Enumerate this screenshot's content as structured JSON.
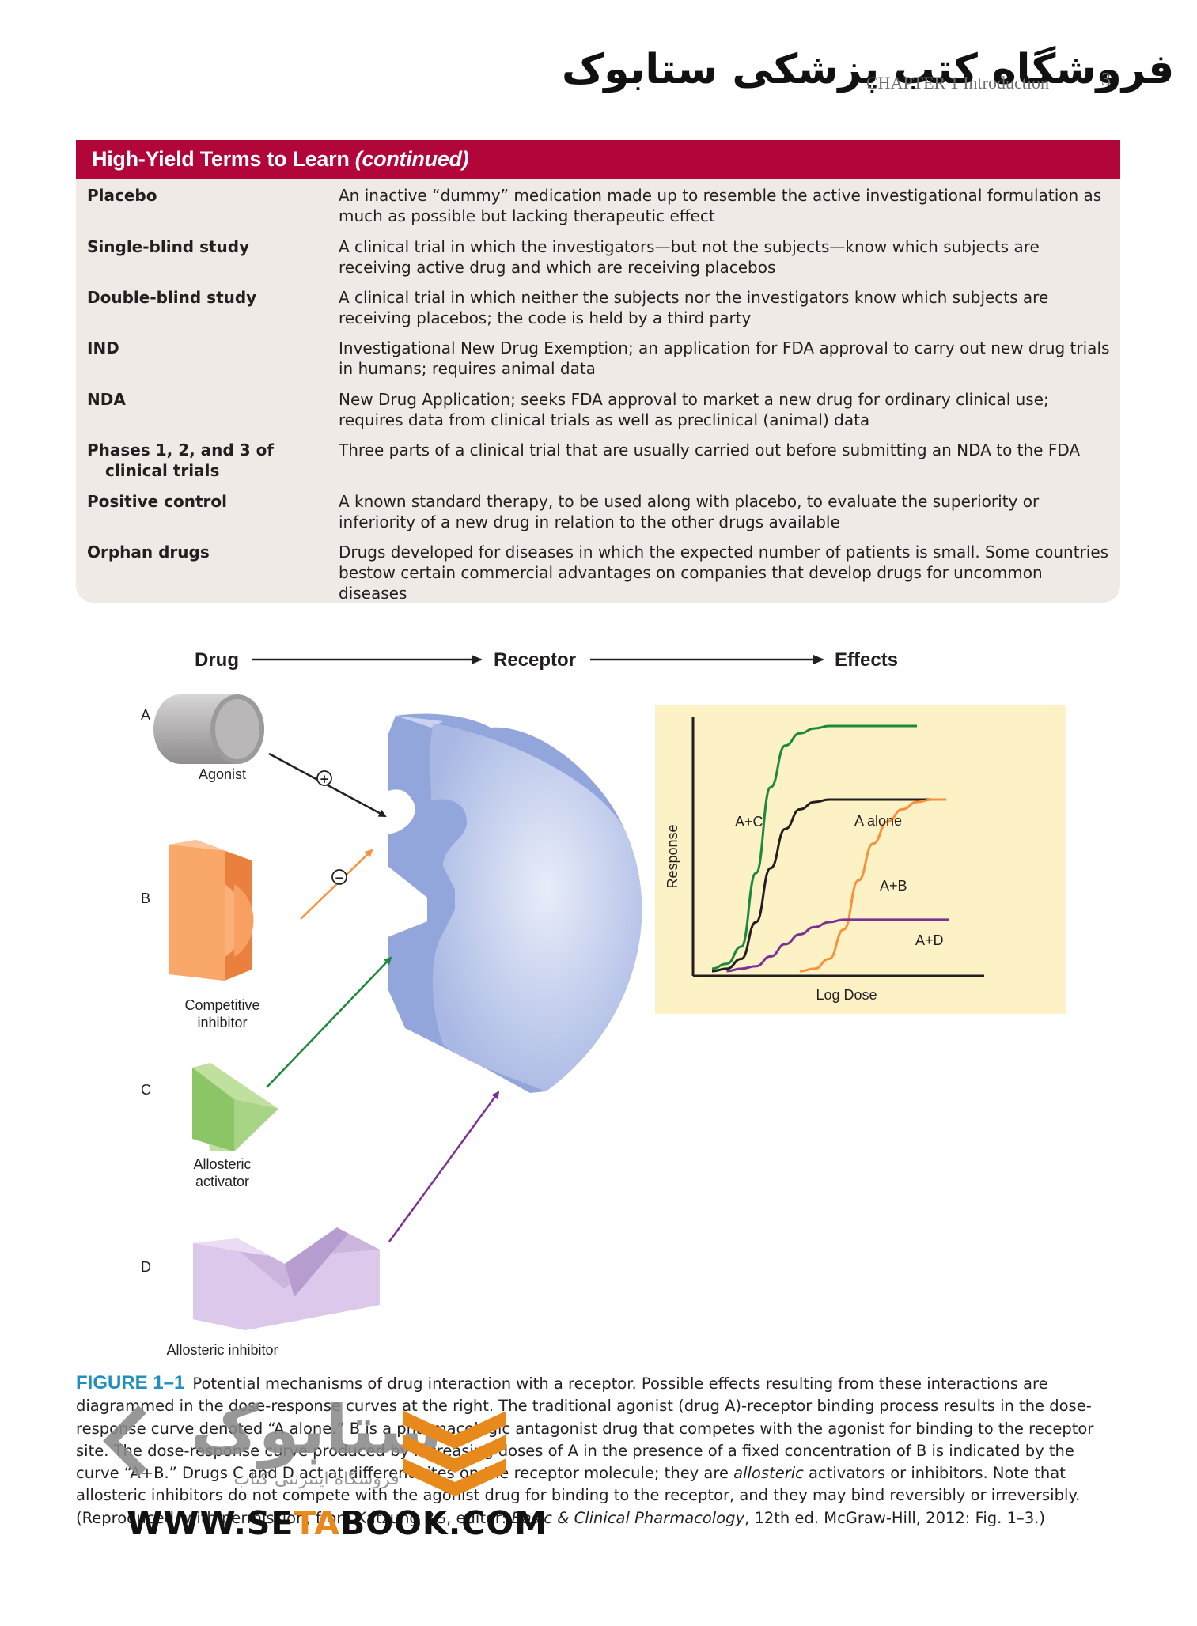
{
  "header": {
    "running_head": "CHAPTER 1  Introduction",
    "page_number": "3",
    "watermark_text": "فروشگاه کتب پزشکی ستابوک"
  },
  "terms_box": {
    "title": "High-Yield Terms to Learn",
    "title_suffix": "(continued)",
    "accent_color": "#b2063a",
    "rows": [
      {
        "term": "Placebo",
        "definition": "An inactive “dummy” medication made up to resemble the active investigational formulation as much as possible but lacking therapeutic effect"
      },
      {
        "term": "Single-blind study",
        "definition": "A clinical trial in which the investigators—but not the subjects—know which subjects are receiving active drug and which are receiving placebos"
      },
      {
        "term": "Double-blind study",
        "definition": "A clinical trial in which neither the subjects nor the investigators know which subjects are receiving placebos; the code is held by a third party"
      },
      {
        "term": "IND",
        "definition": "Investigational New Drug Exemption; an application for FDA approval to carry out new drug trials in humans; requires animal data"
      },
      {
        "term": "NDA",
        "definition": "New Drug Application; seeks FDA approval to market a new drug for ordinary clinical use; requires data from clinical trials as well as preclinical (animal) data"
      },
      {
        "term": "Phases 1, 2, and 3 of",
        "term_line2": "clinical trials",
        "definition": "Three parts of a clinical trial that are usually carried out before submitting an NDA to the FDA"
      },
      {
        "term": "Positive control",
        "definition": "A known standard therapy, to be used along with placebo, to evaluate the superiority or inferiority of a new drug in relation to the other drugs available"
      },
      {
        "term": "Orphan drugs",
        "definition": "Drugs developed for diseases in which the expected number of patients is small. Some countries bestow certain commercial advantages on companies that develop drugs for uncommon diseases"
      }
    ]
  },
  "figure": {
    "header": {
      "drug": "Drug",
      "receptor": "Receptor",
      "effects": "Effects"
    },
    "drugs": [
      {
        "letter": "A",
        "label": "Agonist",
        "sign": "+",
        "color": "#a7a5a6"
      },
      {
        "letter": "B",
        "label": "Competitive",
        "label_line2": "inhibitor",
        "sign": "−",
        "color": "#f79a57"
      },
      {
        "letter": "C",
        "label": "Allosteric",
        "label_line2": "activator",
        "color": "#9fcf7c"
      },
      {
        "letter": "D",
        "label": "Allosteric inhibitor",
        "color": "#cdb6dc"
      }
    ],
    "arrow_colors": {
      "A": "#231f20",
      "B": "#f7923a",
      "C": "#1b8a3e",
      "D": "#7b3294"
    },
    "receptor_color": "#aebde6",
    "graph_background": "#fdf1c6",
    "chart_data": {
      "type": "line",
      "xlabel": "Log Dose",
      "ylabel": "Response",
      "x_ticks": [],
      "y_ticks": [],
      "series": [
        {
          "name": "A+C",
          "color": "#1b8a3e",
          "x": [
            0,
            0.5,
            1,
            1.5,
            2,
            2.5,
            3,
            3.5,
            4,
            5,
            6,
            7
          ],
          "y": [
            0.01,
            0.03,
            0.1,
            0.4,
            0.75,
            0.92,
            0.97,
            0.99,
            1.0,
            1.0,
            1.0,
            1.0
          ]
        },
        {
          "name": "A alone",
          "color": "#231f20",
          "x": [
            0,
            0.5,
            1,
            1.5,
            2,
            2.5,
            3,
            3.5,
            4,
            5,
            6,
            7,
            8
          ],
          "y": [
            0.0,
            0.01,
            0.05,
            0.2,
            0.42,
            0.58,
            0.66,
            0.69,
            0.7,
            0.7,
            0.7,
            0.7,
            0.7
          ]
        },
        {
          "name": "A+B",
          "color": "#f7923a",
          "x": [
            3,
            3.5,
            4,
            4.5,
            5,
            5.5,
            6,
            6.5,
            7,
            7.5,
            8
          ],
          "y": [
            0.0,
            0.01,
            0.05,
            0.17,
            0.37,
            0.52,
            0.61,
            0.66,
            0.69,
            0.7,
            0.7
          ]
        },
        {
          "name": "A+D",
          "color": "#7b3294",
          "x": [
            0.5,
            1,
            1.5,
            2,
            2.5,
            3,
            3.5,
            4,
            4.5,
            5,
            6,
            7,
            8.1
          ],
          "y": [
            0.0,
            0.01,
            0.02,
            0.06,
            0.11,
            0.15,
            0.18,
            0.2,
            0.21,
            0.21,
            0.21,
            0.21,
            0.21
          ]
        }
      ]
    },
    "caption": {
      "label": "FIGURE 1–1",
      "text1": "Potential mechanisms of drug interaction with a receptor. Possible effects resulting from these interactions are diagrammed in the dose-response curves at the right. The traditional agonist (drug A)-receptor binding process results in the dose-response curve denoted “A alone.” B is a pharmacologic antagonist drug that competes with the agonist for binding to the receptor site. The dose-response curve produced by increasing doses of A in the presence of a fixed concentration of B is indicated by the curve “A+B.” Drugs C and D act at different sites on the receptor molecule; they are ",
      "italic1": "allosteric",
      "text2": " activators or inhibitors. Note that allosteric inhibitors do not compete with the agonist drug for binding to the receptor, and they may bind reversibly or irreversibly. (Reproduced, with permission, from Katzung BG, editor: ",
      "italic2": "Basic & Clinical Pharmacology",
      "text3": ", 12th ed. McGraw-Hill, 2012: Fig. 1–3.)"
    }
  },
  "watermark_bottom": {
    "url_part1": "WWW.SE",
    "url_part2": "TA",
    "url_part3": "BOOK.COM",
    "logo_text": "ستابوک",
    "logo_subtext": "فروشگاه اینترنتی کتاب",
    "accent": "#e8891b"
  }
}
